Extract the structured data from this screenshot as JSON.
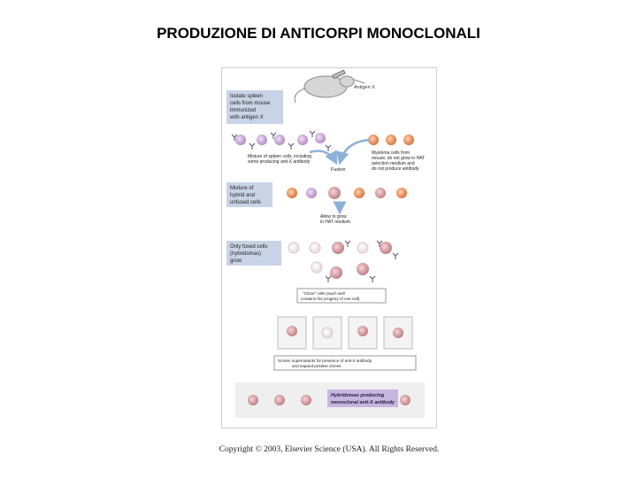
{
  "page": {
    "title": "PRODUZIONE DI ANTICORPI MONOCLONALI",
    "copyright": "Copyright © 2003, Elsevier Science (USA). All Rights Reserved."
  },
  "figure": {
    "antigen_label": "Antigen X",
    "step1": [
      "Isolate spleen",
      "cells from mouse",
      "immunized",
      "with antigen X"
    ],
    "spleen_caption": [
      "Mixture of spleen cells, including",
      "some producing anti-X antibody"
    ],
    "myeloma_caption": [
      "Myeloma cells from",
      "mouse; do not grow in HAT",
      "selection medium and",
      "do not produce antibody"
    ],
    "fusion_label": "Fusion",
    "step2": [
      "Mixture of",
      "hybrid and",
      "unfused cells"
    ],
    "hat_label": [
      "Allow to grow",
      "in HAT medium"
    ],
    "step3": [
      "Only fused cells",
      "(hybridomas)",
      "grow"
    ],
    "clone_label": [
      "\"Clone\" cells (each well",
      "contains the progeny of one cell)"
    ],
    "screen_label": [
      "Screen supernatants for presence of anti-X antibody",
      "and expand positive clones"
    ],
    "result_label": [
      "Hybridomas producing",
      "monoclonal anti-X antibody"
    ]
  },
  "colors": {
    "step_box": "#c9d3e6",
    "spleen_cell": "#c8a2d6",
    "myeloma_cell": "#e8955a",
    "hybridoma_cell": "#c89090",
    "antibody": "#5a4a6a",
    "result_box": "#c6b6df"
  }
}
